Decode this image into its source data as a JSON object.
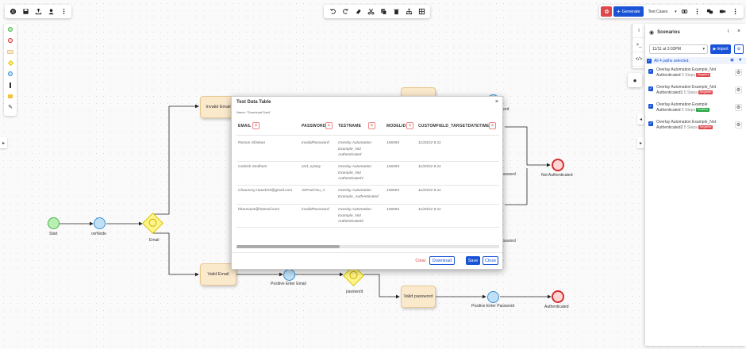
{
  "canvas": {
    "nodes": {
      "start": "Start",
      "quickcall": "ovrNode",
      "email_gateway": "Email",
      "invalid_email": "Invalid Email",
      "valid_email": "Valid Email",
      "positive_enter_email": "Positive Enter Email",
      "password_gateway": "password",
      "valid_password": "Valid password",
      "positive_enter_password": "Positive Enter Password",
      "authenticated": "Authenticated",
      "not_authenticated": "Not Authenticated",
      "password_label_1": "password",
      "password_label_2": "ssword",
      "password_label_3": "ssword"
    }
  },
  "top_right": {
    "generate_label": "Generate",
    "select_value": "Test Cases"
  },
  "modal": {
    "title": "Test Data Table",
    "subtitle": "Name: \"Download Data\"",
    "columns": [
      "EMAIL",
      "PASSWORD",
      "TESTNAME",
      "MODELID",
      "CUSTOMFIELD_TARGETDATETIME"
    ],
    "rows": [
      {
        "email": "Romon Shinkan",
        "password": "invalidPassword",
        "testname": "Overlay Automation Example_Not Authenticated",
        "modelid": "106594",
        "datetime": "11/20/22 8:11"
      },
      {
        "email": "Cedrick Smithem",
        "password": "ctrd_oyNey",
        "testname": "Overlay Automation Example_Not Authenticated1",
        "modelid": "106594",
        "datetime": "11/20/22 8:11"
      },
      {
        "email": "Chauncey.Hauck33@gmail.com",
        "password": "3XPoolYou_A",
        "testname": "Overlay Automation Example_Authenticated",
        "modelid": "106594",
        "datetime": "11/20/22 8:11"
      },
      {
        "email": "hhanna24@hotmail.com",
        "password": "invalidPassword",
        "testname": "Overlay Automation Example_Not Authenticated2",
        "modelid": "106594",
        "datetime": "11/20/22 8:11"
      }
    ],
    "buttons": {
      "clear": "Clear",
      "download": "Download",
      "save": "Save",
      "close": "Close"
    }
  },
  "scenarios": {
    "title": "Scenarios",
    "date_value": "11/11 at 3:03PM",
    "import_label": "Import",
    "all_selected": "All 4 paths selected.",
    "items": [
      {
        "name": "Overlay Automation Example_Not Authenticated",
        "steps": "5 Steps",
        "badge": "Negative"
      },
      {
        "name": "Overlay Automation Example_Not Authenticated1",
        "steps": "5 Steps",
        "badge": "Negative"
      },
      {
        "name": "Overlay Automation Example Authenticated",
        "steps": "5 Steps",
        "badge": "Positive"
      },
      {
        "name": "Overlay Automation Example_Not Authenticated2",
        "steps": "5 Steps",
        "badge": "Negative"
      }
    ]
  },
  "colors": {
    "primary": "#1a53d6",
    "negative": "#e0474c",
    "positive": "#2aa745",
    "task_fill": "#fbe9cc",
    "gateway_fill": "#fff48a"
  }
}
